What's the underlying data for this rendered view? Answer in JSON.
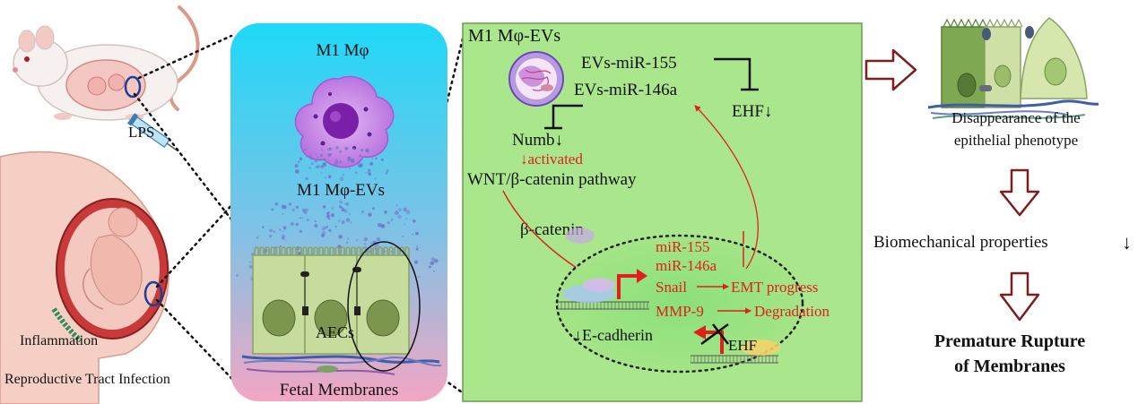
{
  "left_panel": {
    "lps_label": "LPS",
    "inflammation_label": "Inflammation",
    "infection_label": "Reproductive Tract Infection"
  },
  "membrane_panel": {
    "title": "M1 Mφ",
    "evs_label": "M1 Mφ-EVs",
    "aecs_label": "AECs",
    "footer_label": "Fetal Membranes"
  },
  "mechanism_panel": {
    "title": "M1 Mφ-EVs",
    "mir155_label": "EVs-miR-155",
    "mir146a_label": "EVs-miR-146a",
    "ehf_label": "EHF↓",
    "numb_label": "Numb↓",
    "activated_label": "↓activated",
    "wnt_label": "WNT/β-catenin pathway",
    "bcatenin_label": "β-catenin",
    "nucleus": {
      "mir155": "miR-155",
      "mir146a": "miR-146a",
      "snail": "Snail",
      "emt": "EMT progress",
      "mmp9": "MMP-9",
      "degradation": "Degradation",
      "ecadherin": "↓E-cadherin",
      "ehf": "EHF"
    }
  },
  "outcome_panel": {
    "disappearance_line1": "Disappearance of the",
    "disappearance_line2": "epithelial phenotype",
    "biomech_label": "Biomechanical properties",
    "biomech_arrow": "↓",
    "prom_line1": "Premature Rupture",
    "prom_line2": "of Membranes"
  },
  "colors": {
    "membrane_top": "#21d6f5",
    "membrane_bottom": "#f1a8c4",
    "mechanism_bg": "#a9e58a",
    "nucleus_bg": "#8fdc7a",
    "red_text": "#e0201c",
    "macrophage": "#c98be8",
    "vesicle": "#6f77c8",
    "cell_green": "#c4d99a",
    "outline_arrow": "#7a1e1e"
  }
}
